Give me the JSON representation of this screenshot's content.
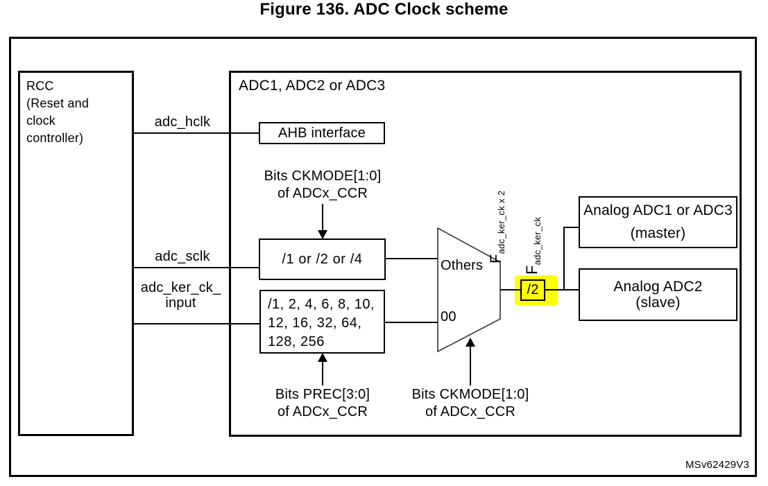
{
  "title": "Figure 136. ADC Clock scheme",
  "watermark": "MSv62429V3",
  "rcc": {
    "label": "RCC\n(Reset and\nclock\ncontroller)"
  },
  "adc": {
    "label": "ADC1, ADC2 or ADC3"
  },
  "blocks": {
    "ahb": "AHB interface",
    "sync_prescaler": "/1 or /2 or /4",
    "async_prescaler": "/1, 2, 4, 6, 8, 10,\n12, 16, 32, 64,\n128, 256",
    "div2": "/2",
    "master_line1": "Analog ADC1 or ADC3",
    "master_line2": "(master)",
    "slave_line1": "Analog ADC2",
    "slave_line2": "(slave)"
  },
  "signals": {
    "adc_hclk": "adc_hclk",
    "adc_sclk": "adc_sclk",
    "adc_ker_ck_input": "adc_ker_ck_\ninput",
    "f_adc_ker_ck_x2": {
      "base": "F",
      "sub": "adc_ker_ck x 2"
    },
    "f_adc_ker_ck": {
      "base": "F",
      "sub": "adc_ker_ck"
    }
  },
  "mux": {
    "input_top": "Others",
    "input_bottom": "00"
  },
  "annotations": {
    "ckmode_top": "Bits CKMODE[1:0]\nof ADCx_CCR",
    "prec": "Bits PREC[3:0]\nof ADCx_CCR",
    "ckmode_bottom": "Bits CKMODE[1:0]\nof ADCx_CCR"
  },
  "colors": {
    "highlight": "#ffff00",
    "line": "#000000"
  }
}
